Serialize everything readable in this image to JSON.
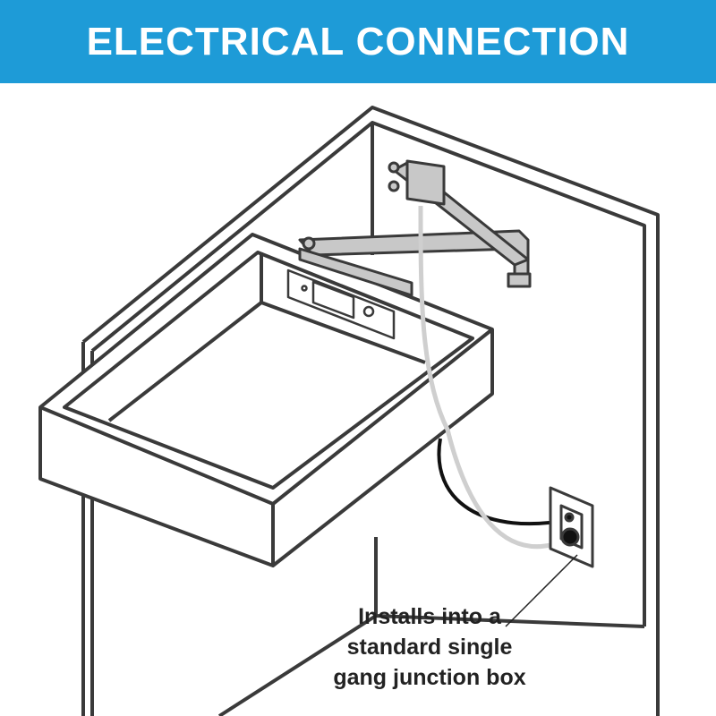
{
  "header": {
    "title": "ELECTRICAL CONNECTION"
  },
  "callout": {
    "lines": [
      "Installs into a",
      "standard single",
      "gang junction box"
    ]
  },
  "colors": {
    "banner": "#1e9bd7",
    "line": "#333333",
    "arm": "#c8c8c8"
  }
}
